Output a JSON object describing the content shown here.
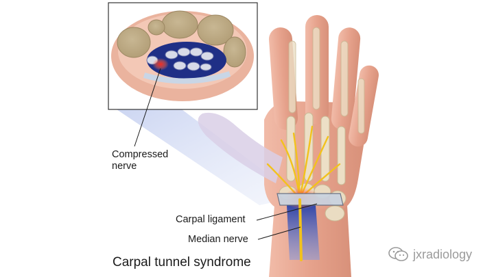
{
  "labels": {
    "compressed_line1": "Compressed",
    "compressed_line2": "nerve",
    "carpal_ligament": "Carpal ligament",
    "median_nerve": "Median nerve"
  },
  "title": "Carpal tunnel syndrome",
  "watermark": {
    "text": "jxradiology",
    "icon": "wechat-icon"
  },
  "colors": {
    "skin": "#e9a893",
    "bone": "#e7dcc4",
    "nerve": "#f2c21c",
    "inflammation": "#e8312a",
    "tendon_sheath": "#233c9b",
    "ligament": "#c9d3e0"
  }
}
